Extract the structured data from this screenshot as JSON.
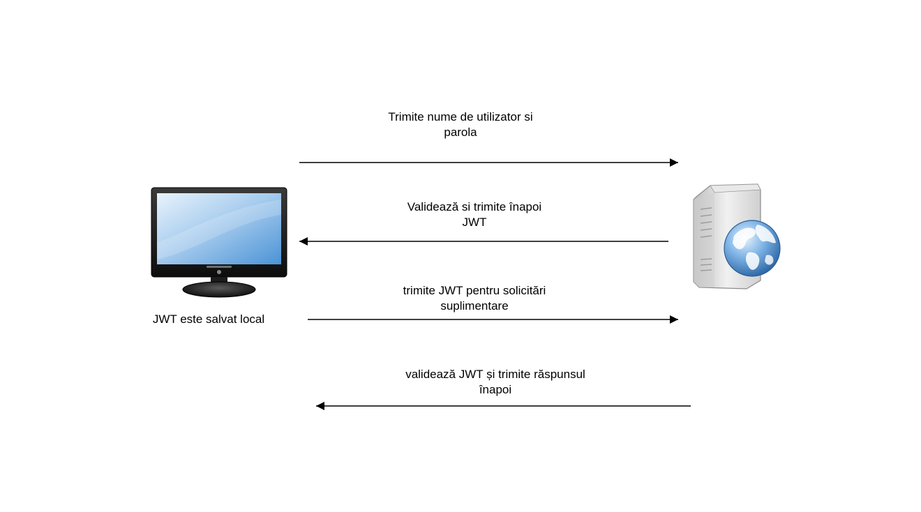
{
  "messages": [
    {
      "line1": "Trimite nume de utilizator si",
      "line2": "parola",
      "direction": "to-server"
    },
    {
      "line1": "Validează si trimite înapoi",
      "line2": "JWT",
      "direction": "to-client"
    },
    {
      "line1": "trimite JWT pentru solicitări",
      "line2": "suplimentare",
      "direction": "to-server"
    },
    {
      "line1": "validează JWT și trimite răspunsul",
      "line2": "înapoi",
      "direction": "to-client"
    }
  ],
  "client": {
    "caption": "JWT este salvat local",
    "icon": "desktop-monitor-icon"
  },
  "server": {
    "icon": "web-server-icon"
  },
  "colors": {
    "line": "#000000",
    "screen": "#6aa9dd",
    "monitor_frame": "#1a1a1a",
    "server_body": "#d8d8d8",
    "globe": "#3b7fc4"
  }
}
